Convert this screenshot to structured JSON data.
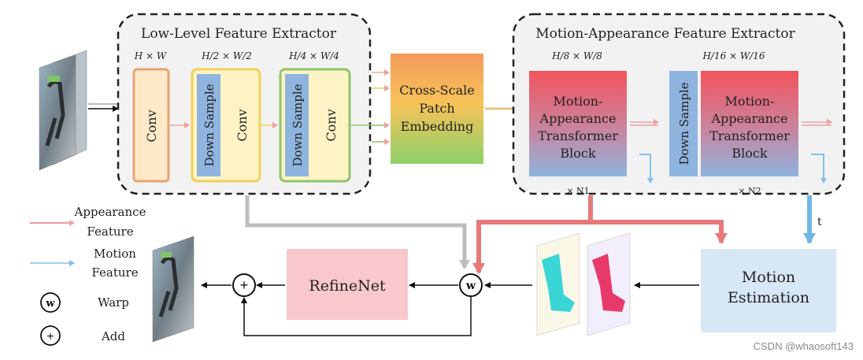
{
  "low_level": {
    "title": "Low-Level Feature Extractor",
    "res1": "H × W",
    "res2": "H/2 × W/2",
    "res3": "H/4 × W/4",
    "conv": "Conv",
    "down_sample": "Down Sample"
  },
  "cross_scale": {
    "line1": "Cross-Scale",
    "line2": "Patch",
    "line3": "Embedding"
  },
  "motion_appearance": {
    "title": "Motion-Appearance Feature Extractor",
    "res1": "H/8 × W/8",
    "res2": "H/16 × W/16",
    "block_line1": "Motion-",
    "block_line2": "Appearance",
    "block_line3": "Transformer",
    "block_line4": "Block",
    "down_sample": "Down Sample",
    "n1": "× N1",
    "n2": "× N2",
    "t_label": "t"
  },
  "refinenet": "RefineNet",
  "motion_estimation": {
    "line1": "Motion",
    "line2": "Estimation"
  },
  "warp_symbol": "w",
  "add_symbol": "+",
  "legend": {
    "appearance_line1": "Appearance",
    "appearance_line2": "Feature",
    "motion_line1": "Motion",
    "motion_line2": "Feature",
    "warp": "Warp",
    "add": "Add"
  },
  "watermark": "CSDN @whaosoft143",
  "colors": {
    "appearance_arrow": "#e8797a",
    "motion_arrow": "#6fb6e6",
    "conv_border": "#e8a474",
    "block2_border": "#f2d15a",
    "block3_border": "#8fc46d",
    "down_sample_fill": "#8fb4de",
    "refinenet_fill": "#f9c8cc",
    "motion_est_fill": "#d7e7f6"
  }
}
